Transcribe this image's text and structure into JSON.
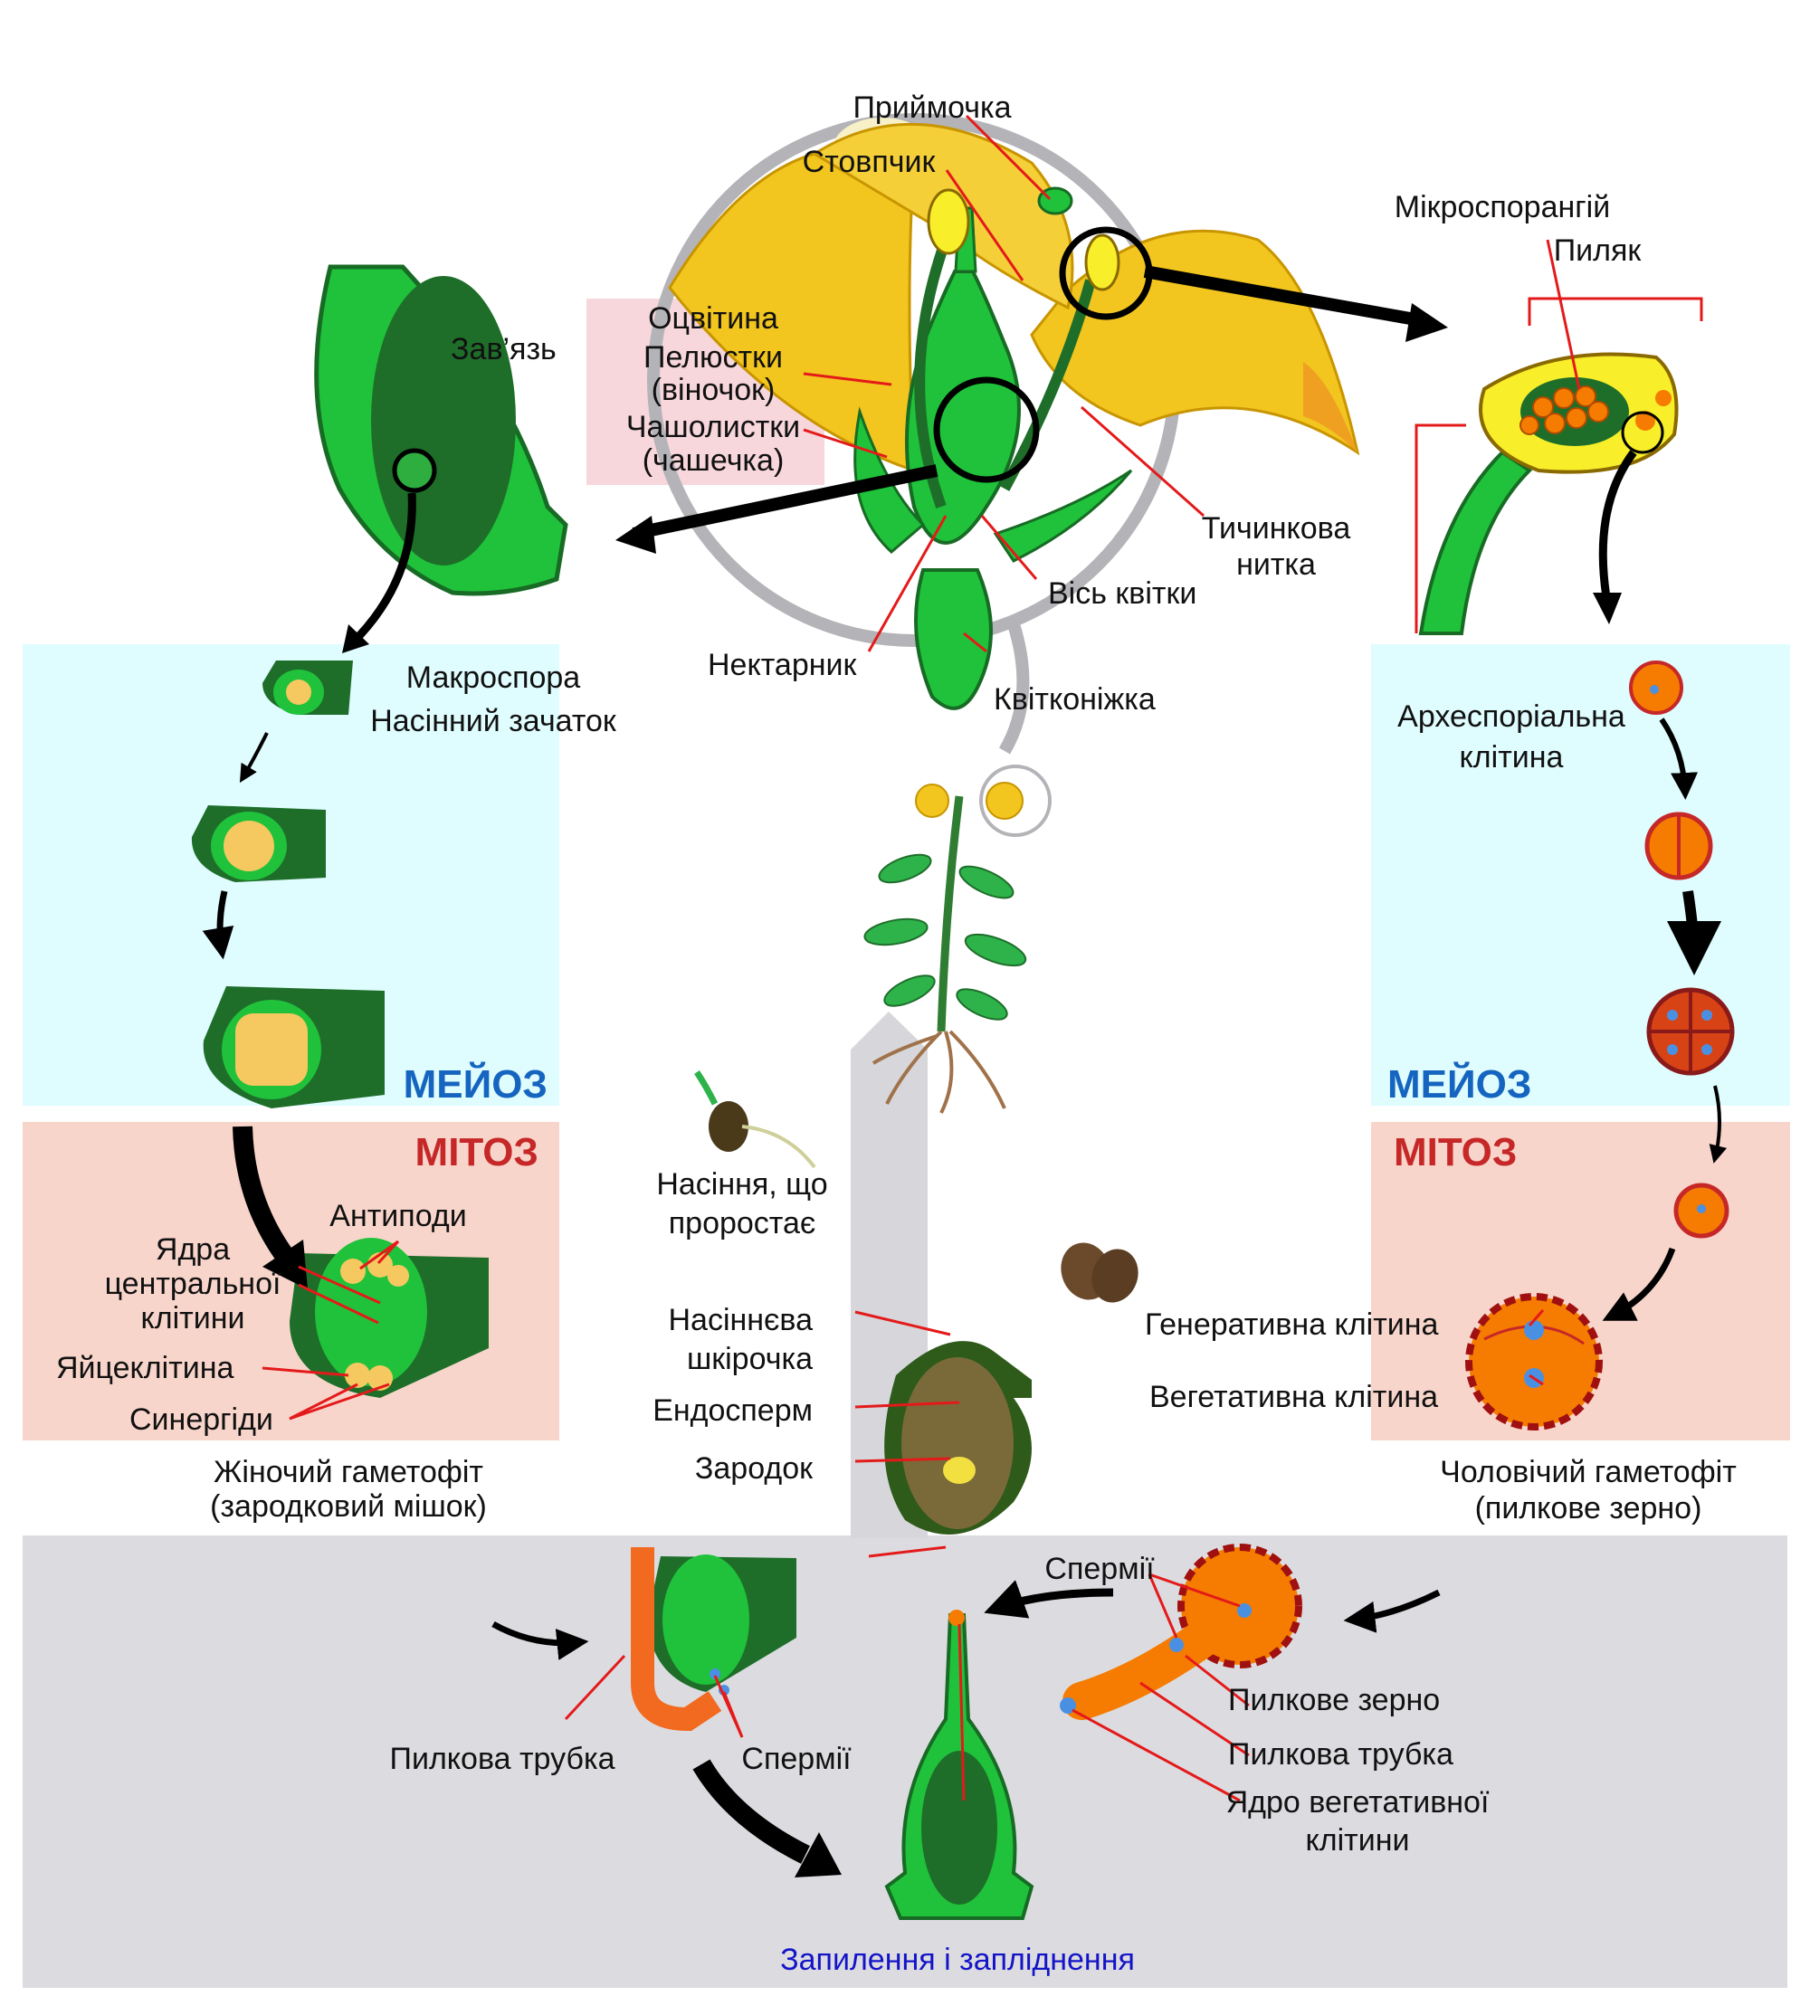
{
  "colors": {
    "meiosis_bg": "#dffcfe",
    "mitosis_bg": "#f8d5cb",
    "perianth_bg": "#f7d6dc",
    "fertilization_bg": "#dcdce0",
    "leader": "#e41a1a",
    "meiosis_text": "#1565c0",
    "mitosis_text": "#c62828",
    "title_text": "#1414c8",
    "green_dark": "#1e6e2a",
    "green_light": "#1fc23a",
    "petal_yellow": "#f2c51f",
    "pollen_orange": "#f57c00"
  },
  "flower": {
    "stigma": "Приймочка",
    "style": "Стовпчик",
    "perianth": "Оцвітина",
    "petals": "Пелюстки",
    "corolla": "(віночок)",
    "sepals": "Чашолистки",
    "calyx": "(чашечка)",
    "filament_1": "Тичинкова",
    "filament_2": "нитка",
    "receptacle": "Вісь квітки",
    "nectary": "Нектарник",
    "pedicel": "Квітконіжка"
  },
  "anther": {
    "microsporangium": "Мікроспорангій",
    "anther": "Пиляк"
  },
  "female": {
    "ovary": "Зав’язь",
    "macrospore": "Макроспора",
    "ovule": "Насінний зачаток",
    "meiosis": "МЕЙОЗ",
    "mitosis": "МІТОЗ",
    "antipodals": "Антиподи",
    "polar_1": "Ядра",
    "polar_2": "центральної",
    "polar_3": "клітини",
    "egg": "Яйцеклітина",
    "synergids": "Синергіди",
    "gametophyte_1": "Жіночий гаметофіт",
    "gametophyte_2": "(зародковий мішок)"
  },
  "male": {
    "archesporial_1": "Археспоріальна",
    "archesporial_2": "клітина",
    "meiosis": "МЕЙОЗ",
    "mitosis": "МІТОЗ",
    "generative": "Генеративна клітина",
    "vegetative": "Вегетативна клітина",
    "gametophyte_1": "Чоловічий гаметофіт",
    "gametophyte_2": "(пилкове зерно)"
  },
  "seed": {
    "germinating_1": "Насіння, що",
    "germinating_2": "проростає",
    "coat_1": "Насіннєва",
    "coat_2": "шкірочка",
    "endosperm": "Ендосперм",
    "embryo": "Зародок"
  },
  "fertilization": {
    "sperm_top": "Спермії",
    "pollen_grain": "Пилкове зерно",
    "pollen_tube_right": "Пилкова трубка",
    "veg_nucleus_1": "Ядро вегетативної",
    "veg_nucleus_2": "клітини",
    "pollen_tube_left": "Пилкова трубка",
    "sperm_bottom": "Спермії",
    "title": "Запилення і запліднення"
  }
}
